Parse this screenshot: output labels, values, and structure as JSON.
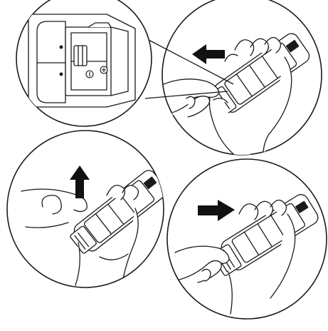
{
  "figure": {
    "panels": [
      {
        "id": "step-1-slide-out",
        "arrow": "left-arrow-icon"
      },
      {
        "id": "step-2-lift-up",
        "arrow": "up-arrow-icon"
      },
      {
        "id": "step-3-slide-in",
        "arrow": "right-arrow-icon"
      }
    ],
    "inset": {
      "id": "battery-compartment-zoom",
      "symbols": [
        "minus-symbol",
        "plus-symbol"
      ]
    },
    "colors": {
      "line": "#1a1a1a",
      "fill": "#ffffff",
      "arrow": "#111111"
    }
  }
}
